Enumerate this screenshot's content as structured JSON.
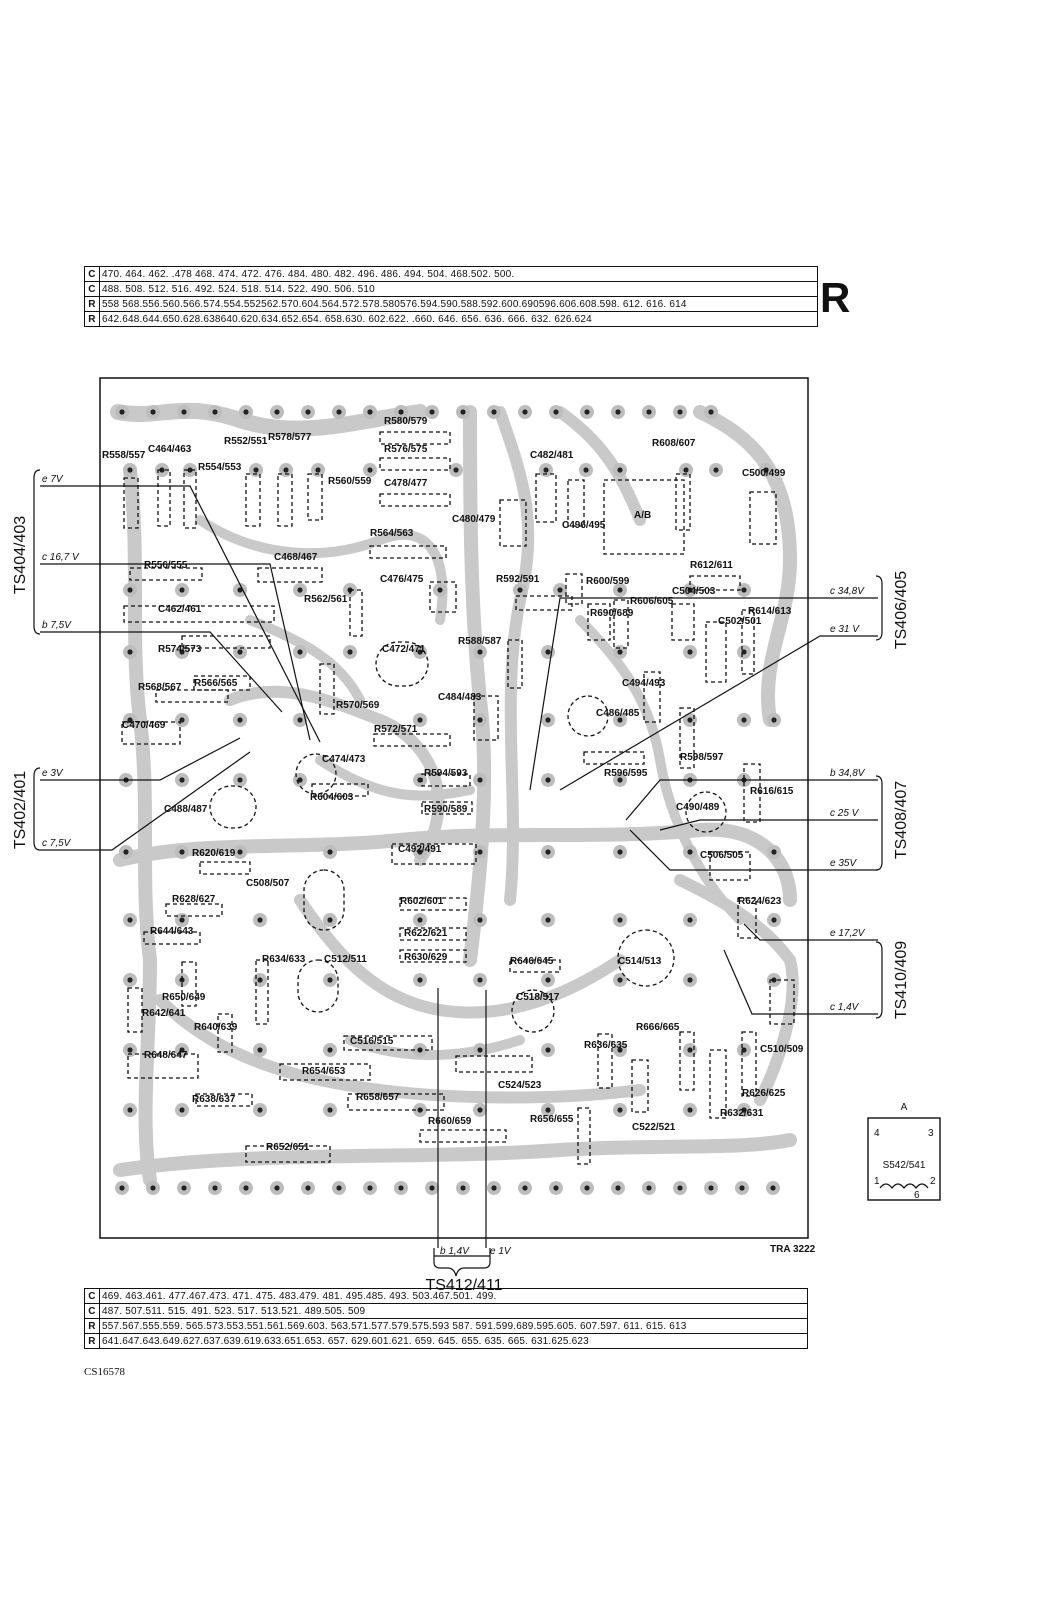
{
  "top_table": {
    "rows": [
      {
        "key": "C",
        "values": "470. 464. 462.       .478 468. 474.           472. 476.       484. 480.    482. 496. 486.      494. 504. 468.502.        500."
      },
      {
        "key": "C",
        "values": "488.                 508. 512. 516.     492.             524.  518.           514.  522.     490. 506.           510"
      },
      {
        "key": "R",
        "values": "558 568.556.560.566.574.554.552562.570.604.564.572.578.580576.594.590.588.592.600.690596.606.608.598.  612.  616.  614"
      },
      {
        "key": "R",
        "values": "642.648.644.650.628.638640.620.634.652.654.   658.630. 602.622.   .660.     646.   656.   636.             666. 632. 626.624"
      }
    ]
  },
  "side_letter": "R",
  "board_code": "TRA 3222",
  "ts_groups": [
    {
      "label": "TS404/403",
      "voltages": [
        "e 7V",
        "c 16,7 V",
        "b 7,5V"
      ]
    },
    {
      "label": "TS402/401",
      "voltages": [
        "e 3V",
        "c 7,5V"
      ]
    },
    {
      "label": "TS406/405",
      "voltages": [
        "c 34,8V",
        "e 31 V"
      ]
    },
    {
      "label": "TS408/407",
      "voltages": [
        "b 34,8V",
        "c 25 V",
        "e 35V"
      ]
    },
    {
      "label": "TS410/409",
      "voltages": [
        "e 17,2V",
        "c 1,4V"
      ]
    },
    {
      "label": "TS412/411",
      "voltages": [
        "b 1,4V",
        "e 1V"
      ]
    }
  ],
  "components": [
    {
      "ref": "R558/557"
    },
    {
      "ref": "C464/463"
    },
    {
      "ref": "R554/553"
    },
    {
      "ref": "R552/551"
    },
    {
      "ref": "R578/577"
    },
    {
      "ref": "R580/579"
    },
    {
      "ref": "R576/575"
    },
    {
      "ref": "C478/477"
    },
    {
      "ref": "R560/559"
    },
    {
      "ref": "C482/481"
    },
    {
      "ref": "R608/607"
    },
    {
      "ref": "C500/499"
    },
    {
      "ref": "C480/479"
    },
    {
      "ref": "C496/495"
    },
    {
      "ref": "C468/467"
    },
    {
      "ref": "R564/563"
    },
    {
      "ref": "R556/555"
    },
    {
      "ref": "C476/475"
    },
    {
      "ref": "R562/561"
    },
    {
      "ref": "C462/461"
    },
    {
      "ref": "R592/591"
    },
    {
      "ref": "R600/599"
    },
    {
      "ref": "R612/611"
    },
    {
      "ref": "C504/503"
    },
    {
      "ref": "R690/689"
    },
    {
      "ref": "R606/605"
    },
    {
      "ref": "C502/501"
    },
    {
      "ref": "R614/613"
    },
    {
      "ref": "R574/573"
    },
    {
      "ref": "C472/471"
    },
    {
      "ref": "R588/587"
    },
    {
      "ref": "R568/567"
    },
    {
      "ref": "R566/565"
    },
    {
      "ref": "R570/569"
    },
    {
      "ref": "C484/483"
    },
    {
      "ref": "C494/493"
    },
    {
      "ref": "C470/469"
    },
    {
      "ref": "C486/485"
    },
    {
      "ref": "R572/571"
    },
    {
      "ref": "C474/473"
    },
    {
      "ref": "R598/597"
    },
    {
      "ref": "R594/593"
    },
    {
      "ref": "R596/595"
    },
    {
      "ref": "R604/603"
    },
    {
      "ref": "R616/615"
    },
    {
      "ref": "C488/487"
    },
    {
      "ref": "R590/589"
    },
    {
      "ref": "C490/489"
    },
    {
      "ref": "R620/619"
    },
    {
      "ref": "C492/491"
    },
    {
      "ref": "C506/505"
    },
    {
      "ref": "C508/507"
    },
    {
      "ref": "R628/627"
    },
    {
      "ref": "R602/601"
    },
    {
      "ref": "R624/623"
    },
    {
      "ref": "R644/643"
    },
    {
      "ref": "R622/621"
    },
    {
      "ref": "R630/629"
    },
    {
      "ref": "R634/633"
    },
    {
      "ref": "C512/511"
    },
    {
      "ref": "R646/645"
    },
    {
      "ref": "C514/513"
    },
    {
      "ref": "R650/649"
    },
    {
      "ref": "C518/517"
    },
    {
      "ref": "R642/641"
    },
    {
      "ref": "R640/639"
    },
    {
      "ref": "C516/515"
    },
    {
      "ref": "R666/665"
    },
    {
      "ref": "R648/647"
    },
    {
      "ref": "R636/635"
    },
    {
      "ref": "C510/509"
    },
    {
      "ref": "C524/523"
    },
    {
      "ref": "R654/653"
    },
    {
      "ref": "R626/625"
    },
    {
      "ref": "R638/637"
    },
    {
      "ref": "R658/657"
    },
    {
      "ref": "R656/655"
    },
    {
      "ref": "C522/521"
    },
    {
      "ref": "R632/631"
    },
    {
      "ref": "R660/659"
    },
    {
      "ref": "R652/651"
    }
  ],
  "switch_inset": {
    "title": "A",
    "label": "S542/541",
    "pins": [
      "4",
      "3",
      "1",
      "2",
      "6"
    ]
  },
  "ab_label": "A/B",
  "bottom_table": {
    "rows": [
      {
        "key": "C",
        "values": "469. 463.461.         477.467.473.      471.  475.      483.479.    481.  495.485.        493.  503.467.501.      499."
      },
      {
        "key": "C",
        "values": "487.                  507.511.  515.    491.         523.   517.          513.521.     489.505.          509"
      },
      {
        "key": "R",
        "values": "557.567.555.559.  565.573.553.551.561.569.603.   563.571.577.579.575.593      587.  591.599.689.595.605.  607.597.   611.  615.   613"
      },
      {
        "key": "R",
        "values": "641.647.643.649.627.637.639.619.633.651.653.    657.  629.601.621.     659.     645.    655.    635.          665.  631.625.623"
      }
    ]
  },
  "doc_code": "CS16578"
}
